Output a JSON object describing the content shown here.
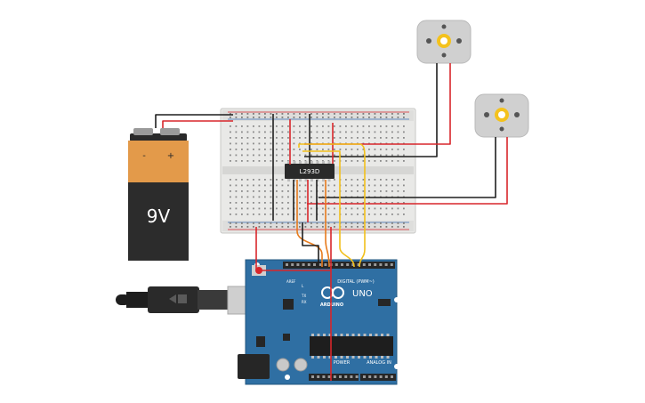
{
  "battery": {
    "label": "9V",
    "minus": "-",
    "plus": "+"
  },
  "chip": {
    "label": "L293D"
  },
  "arduino": {
    "brand": "ARDUINO",
    "model": "UNO",
    "header_digital": "DIGITAL (PWM~)",
    "header_power": "POWER",
    "header_analog": "ANALOG IN",
    "aref": "AREF",
    "led_tx": "TX",
    "led_rx": "RX",
    "led_l": "L"
  },
  "colors": {
    "wire_red": "#d8262b",
    "wire_black": "#1f1f1f",
    "wire_yellow": "#f2c01c",
    "wire_orange": "#e77b1d",
    "board_blue": "#2f6fa3",
    "breadboard": "#e9e9e7",
    "motor_body": "#d0d0d0",
    "motor_gear": "#f4c21d",
    "battery_top": "#e39a4a",
    "battery_body": "#2c2c2c"
  }
}
